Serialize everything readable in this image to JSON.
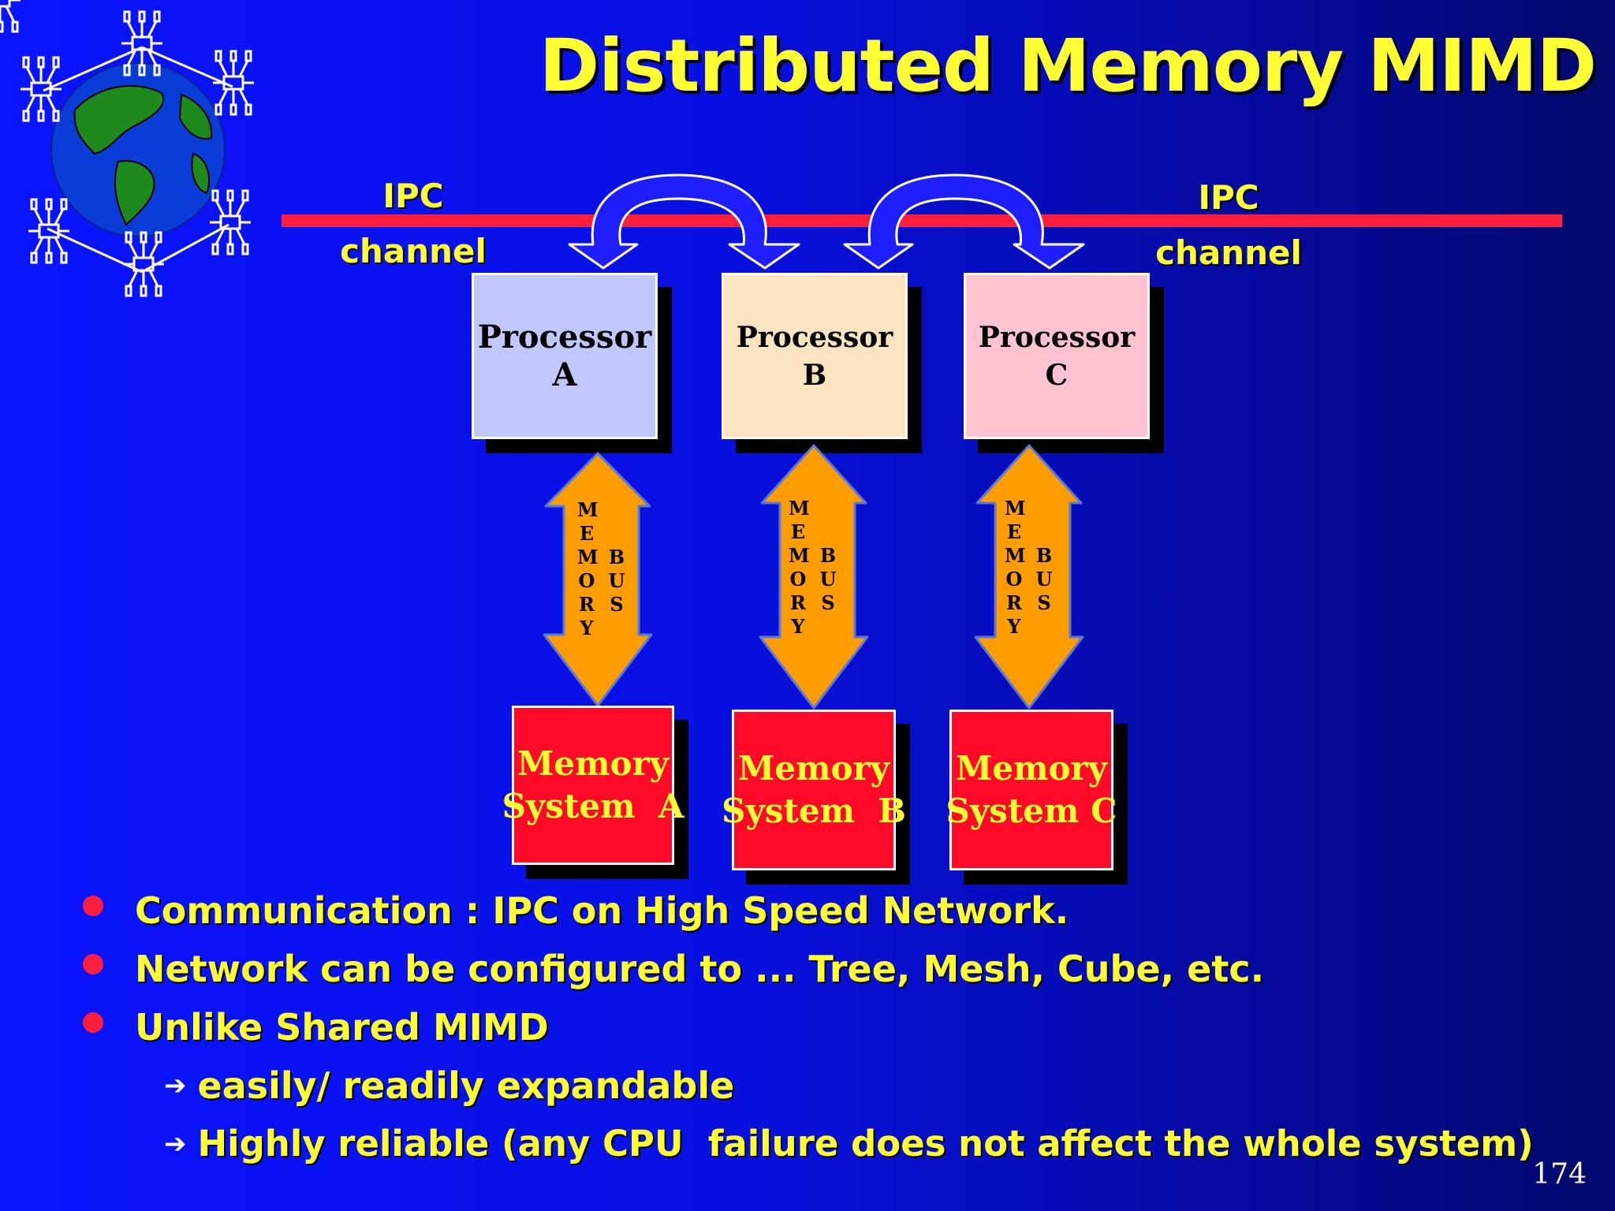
{
  "title": "Distributed Memory MIMD",
  "ipc_left": {
    "line1": "IPC",
    "line2": "channel"
  },
  "ipc_right": {
    "line1": "IPC",
    "line2": "channel"
  },
  "processors": [
    {
      "line1": "Processor",
      "line2": "A",
      "fill": "#c0c8ff"
    },
    {
      "line1": "Processor",
      "line2": "B",
      "fill": "#fde4c0"
    },
    {
      "line1": "Processor",
      "line2": "C",
      "fill": "#ffc4d0"
    }
  ],
  "bus": {
    "word1": [
      "M",
      "E",
      "M",
      "O",
      "R",
      "Y"
    ],
    "word2": [
      "B",
      "U",
      "S"
    ]
  },
  "memories": [
    {
      "line1": "Memory",
      "line2": "System  A"
    },
    {
      "line1": "Memory",
      "line2": "System  B"
    },
    {
      "line1": "Memory",
      "line2": "System C"
    }
  ],
  "bullets": [
    "Communication : IPC on High Speed Network.",
    "Network can be configured to ... Tree, Mesh, Cube, etc.",
    "Unlike Shared MIMD"
  ],
  "sub_bullets": [
    "easily/ readily expandable",
    "Highly reliable (any CPU  failure does not affect the whole system)"
  ],
  "page_number": "174",
  "colors": {
    "title": "#ffff33",
    "ipc_line": "#ff1e3c",
    "bus_arrow": "#ff9c00",
    "memory_box": "#ff0a28",
    "bullet_dot": "#ff1e3c"
  }
}
